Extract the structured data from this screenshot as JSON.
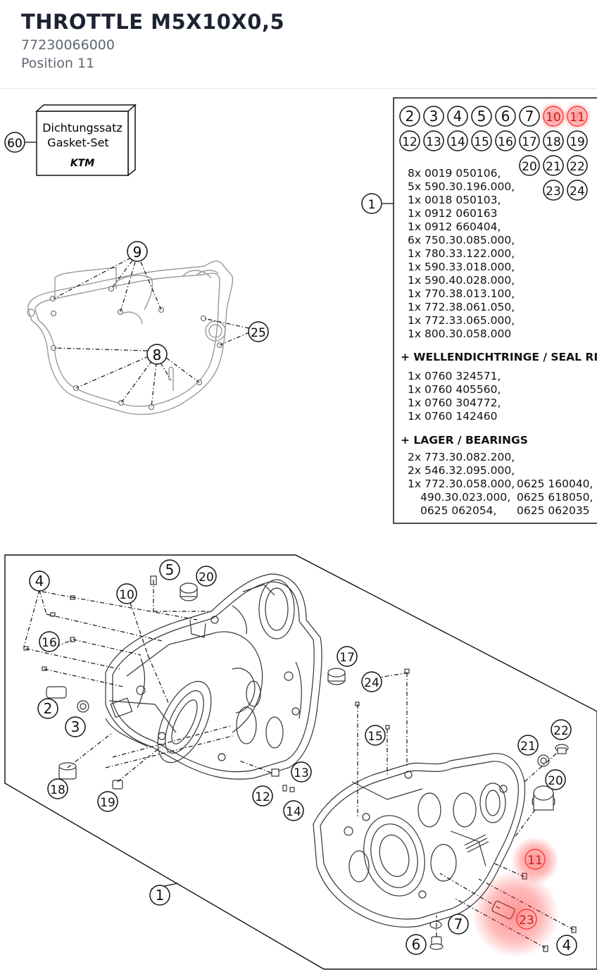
{
  "header": {
    "title": "THROTTLE M5X10X0,5",
    "part_number": "77230066000",
    "position": "Position 11"
  },
  "kit_box": {
    "line1": "Dichtungssatz",
    "line2": "Gasket-Set",
    "logo": "KTM",
    "callout": "60"
  },
  "kit_panel": {
    "callout": "1",
    "circles_row1": [
      "2",
      "3",
      "4",
      "5",
      "6",
      "7",
      "10",
      "11"
    ],
    "circles_row2": [
      "12",
      "13",
      "14",
      "15",
      "16",
      "17",
      "18",
      "19"
    ],
    "circles_row3": [
      "20",
      "21",
      "22"
    ],
    "circles_row4": [
      "23",
      "24"
    ],
    "highlighted": [
      "10",
      "11"
    ],
    "parts": [
      "8x 0019 050106,",
      "5x 590.30.196.000,",
      "1x 0018 050103,",
      "1x 0912 060163",
      "1x 0912 660404,",
      "6x 750.30.085.000,",
      "1x 780.33.122.000,",
      "1x 590.33.018.000,",
      "1x 590.40.028.000,",
      "1x 770.38.013.100,",
      "1x 772.38.061.050,",
      "1x 772.33.065.000,",
      "1x 800.30.058.000"
    ],
    "seal_heading": "+ WELLENDICHTRINGE / SEAL RINGS",
    "seals": [
      "1x 0760 324571,",
      "1x 0760 405560,",
      "1x 0760 304772,",
      "1x 0760 142460"
    ],
    "bearing_heading": "+ LAGER / BEARINGS",
    "bearings": [
      "2x 773.30.082.200,",
      "2x 546.32.095.000,",
      "1x 772.30.058.000,",
      "490.30.023.000,",
      "0625 062054,"
    ],
    "bearings_right": [
      "0625 160040,",
      "0625 618050,",
      "0625 062035"
    ]
  },
  "gasket_callouts": [
    "9",
    "25",
    "8"
  ],
  "case_callouts": {
    "c4a": "4",
    "c5": "5",
    "c20a": "20",
    "c10": "10",
    "c16": "16",
    "c2": "2",
    "c3": "3",
    "c18": "18",
    "c19": "19",
    "c17": "17",
    "c24": "24",
    "c15": "15",
    "c13": "13",
    "c12": "12",
    "c14": "14",
    "c22": "22",
    "c21": "21",
    "c20b": "20",
    "c11": "11",
    "c23": "23",
    "c7": "7",
    "c6": "6",
    "c4b": "4",
    "c1": "1"
  },
  "colors": {
    "highlight": "#ff3b3b",
    "title": "#1d2333",
    "subtitle": "#5f6772",
    "line": "#111111"
  }
}
